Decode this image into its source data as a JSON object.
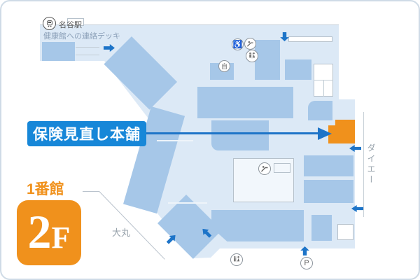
{
  "map": {
    "shop": "保険見直し本舗",
    "station": "名谷駅",
    "deck": "健康館への連絡デッキ",
    "building": "1番館",
    "floor": "2F",
    "daimaru": "大丸",
    "daiei": "ダイエー",
    "icons": {
      "parking_label": "P",
      "vending_label": "自",
      "station_icon": "train-icon",
      "accessible_icon": "wheelchair-icon",
      "escalator_icon": "escalator-icon",
      "restroom_icon": "restroom-icon"
    },
    "colors": {
      "floor_fill": "#dce9f6",
      "store_fill": "#a6c7e8",
      "label_blue": "#1787d8",
      "arrow_blue": "#1d74c8",
      "highlight_orange": "#f0911c"
    }
  }
}
